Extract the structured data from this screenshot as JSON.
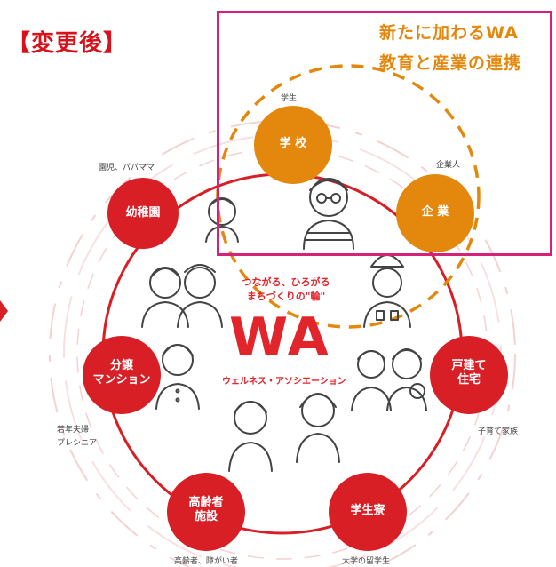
{
  "title": "【変更後】",
  "callout": {
    "line1": "新たに加わるWA",
    "line2": "教育と産業の連携"
  },
  "center": {
    "line1": "つながる、ひろがる",
    "line2": "まちづくりの\"輪\"",
    "wa": "WA",
    "wa_sub": "ウェルネス・アソシエーション"
  },
  "nodes": {
    "school": {
      "label": "学 校",
      "caption": "学生"
    },
    "company": {
      "label": "企 業",
      "caption": "企業人"
    },
    "kindergarten": {
      "label": "幼稚園",
      "caption": "園児、パパママ"
    },
    "condo": {
      "label_line1": "分譲",
      "label_line2": "マンション",
      "caption_line1": "若年夫婦",
      "caption_line2": "プレシニア"
    },
    "house": {
      "label_line1": "戸建て",
      "label_line2": "住宅",
      "caption": "子育て家族"
    },
    "elderly": {
      "label_line1": "高齢者",
      "label_line2": "施設",
      "caption": "高齢者、障がい者"
    },
    "dorm": {
      "label": "学生寮",
      "caption": "大学の留学生"
    }
  },
  "colors": {
    "red": "#d81f26",
    "orange": "#e3880c",
    "magenta": "#d6217a",
    "line": "#444444"
  }
}
